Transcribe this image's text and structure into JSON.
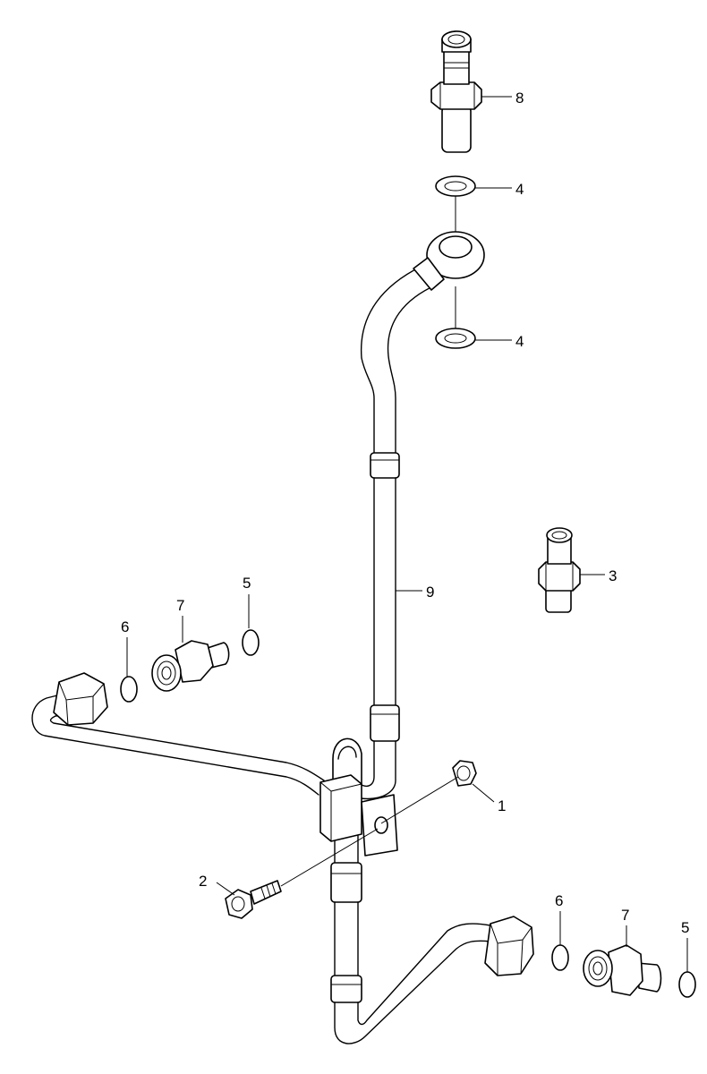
{
  "callouts": [
    {
      "id": "c8",
      "label": "8"
    },
    {
      "id": "c4a",
      "label": "4"
    },
    {
      "id": "c4b",
      "label": "4"
    },
    {
      "id": "c3",
      "label": "3"
    },
    {
      "id": "c9",
      "label": "9"
    },
    {
      "id": "c5a",
      "label": "5"
    },
    {
      "id": "c7a",
      "label": "7"
    },
    {
      "id": "c6a",
      "label": "6"
    },
    {
      "id": "c1",
      "label": "1"
    },
    {
      "id": "c2",
      "label": "2"
    },
    {
      "id": "c6b",
      "label": "6"
    },
    {
      "id": "c7b",
      "label": "7"
    },
    {
      "id": "c5b",
      "label": "5"
    }
  ]
}
